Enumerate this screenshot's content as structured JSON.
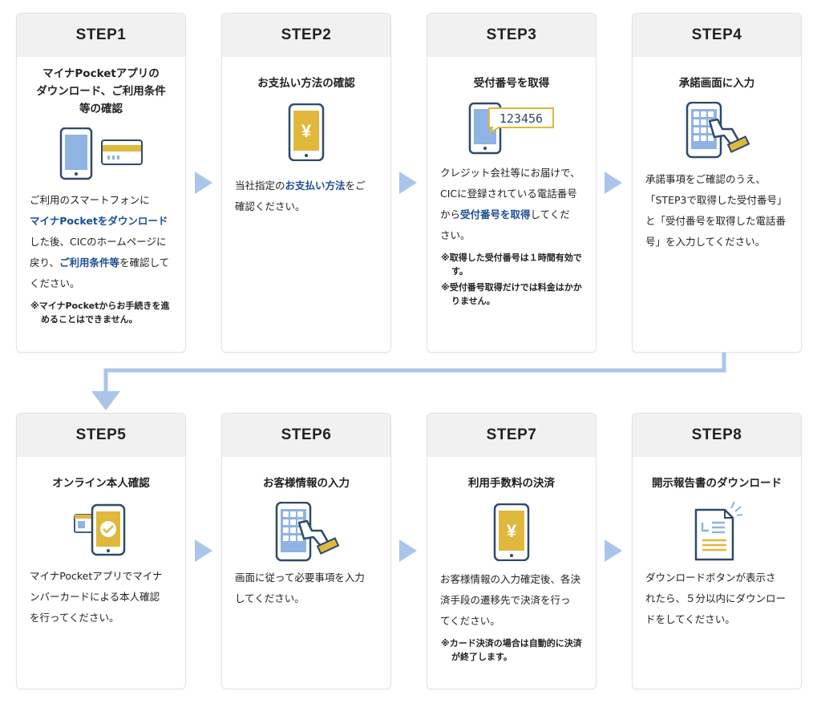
{
  "steps": [
    {
      "label": "STEP1",
      "title": "マイナPocketアプリの\nダウンロード、ご利用条件\n等の確認",
      "body": [
        [
          "ご利用のスマートフォンに",
          ""
        ],
        [
          "マイナPocketをダウンロード",
          "hl"
        ],
        [
          "した後、CICのホームページに",
          ""
        ],
        [
          "戻り、",
          ""
        ],
        [
          "ご利用条件等",
          "hl"
        ],
        [
          "を確認して",
          ""
        ],
        [
          "ください。",
          ""
        ]
      ],
      "notes": [
        "※マイナPocketからお手続きを進めることはできません。"
      ]
    },
    {
      "label": "STEP2",
      "title": "お支払い方法の確認",
      "notes": []
    },
    {
      "label": "STEP3",
      "title": "受付番号を取得",
      "notes": [
        "※取得した受付番号は１時間有効です。",
        "※受付番号取得だけでは料金はかかりません。"
      ]
    },
    {
      "label": "STEP4",
      "title": "承諾画面に入力",
      "notes": []
    },
    {
      "label": "STEP5",
      "title": "オンライン本人確認",
      "notes": []
    },
    {
      "label": "STEP6",
      "title": "お客様情報の入力",
      "notes": []
    },
    {
      "label": "STEP7",
      "title": "利用手数料の決済",
      "notes": [
        "※カード決済の場合は自動的に決済が終了します。"
      ]
    },
    {
      "label": "STEP8",
      "title": "開示報告書のダウンロード",
      "notes": []
    }
  ],
  "text": {
    "s1_a": "ご利用のスマートフォンに",
    "s1_b": "マイナPocketをダウンロード",
    "s1_c": "した後、CICのホームページに",
    "s1_d": "戻り、",
    "s1_e": "ご利用条件等",
    "s1_f": "を確認して",
    "s1_g": "ください。",
    "s2_a": "当社指定の",
    "s2_b": "お支払い方法",
    "s2_c": "をご",
    "s2_d": "確認ください。",
    "s3_a": "クレジット会社等にお届けで、",
    "s3_b": "CICに登録されている電話番号",
    "s3_c": "から",
    "s3_d": "受付番号を取得",
    "s3_e": "してくだ",
    "s3_f": "さい。",
    "s4_a": "承諾事項をご確認のうえ、",
    "s4_b": "「STEP3で取得した受付番号」",
    "s4_c": "と「受付番号を取得した電話番",
    "s4_d": "号」を入力してください。",
    "s5_a": "マイナPocketアプリでマイナ",
    "s5_b": "ンバーカードによる本人確認",
    "s5_c": "を行ってください。",
    "s6_a": "画面に従って必要事項を入力",
    "s6_b": "してください。",
    "s7_a": "お客様情報の入力確定後、各決",
    "s7_b": "済手段の遷移先で決済を行っ",
    "s7_c": "てください。",
    "s8_a": "ダウンロードボタンが表示さ",
    "s8_b": "れたら、５分以内にダウンロー",
    "s8_c": "ドをしてください。",
    "code": "123456",
    "yen": "¥"
  },
  "colors": {
    "accent": "#1d4f93",
    "arrow": "#a9c6ea",
    "gold": "#e0b83c",
    "phone": "#2d4a6b",
    "screen": "#8fb3e3"
  }
}
